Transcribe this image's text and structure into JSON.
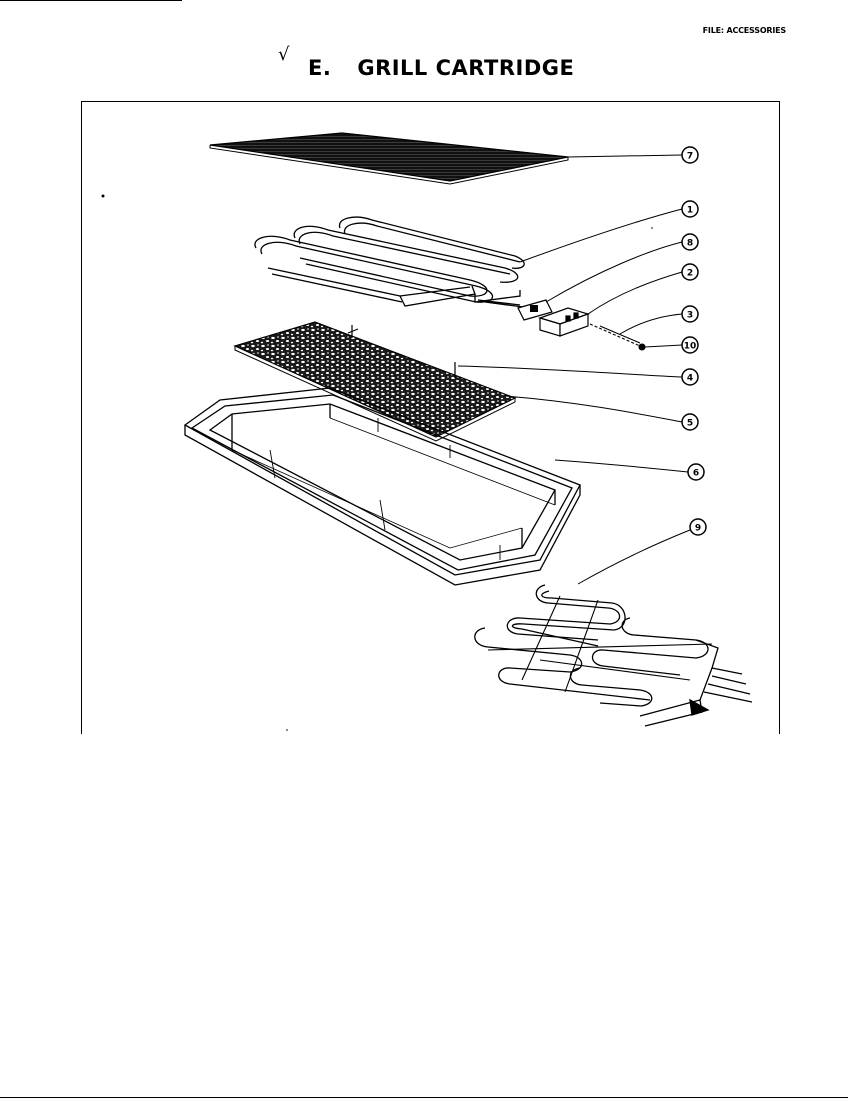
{
  "header": {
    "file_label": "FILE: ACCESSORIES",
    "check_mark": "√",
    "section_letter": "E.",
    "section_title": "GRILL CARTRIDGE"
  },
  "diagram": {
    "callouts": [
      {
        "id": "c7",
        "number": "7"
      },
      {
        "id": "c1",
        "number": "1"
      },
      {
        "id": "c8a",
        "number": "8"
      },
      {
        "id": "c2",
        "number": "2"
      },
      {
        "id": "c3",
        "number": "3"
      },
      {
        "id": "c10",
        "number": "10"
      },
      {
        "id": "c4",
        "number": "4"
      },
      {
        "id": "c5",
        "number": "5"
      },
      {
        "id": "c6",
        "number": "6"
      },
      {
        "id": "c9",
        "number": "9"
      }
    ]
  }
}
